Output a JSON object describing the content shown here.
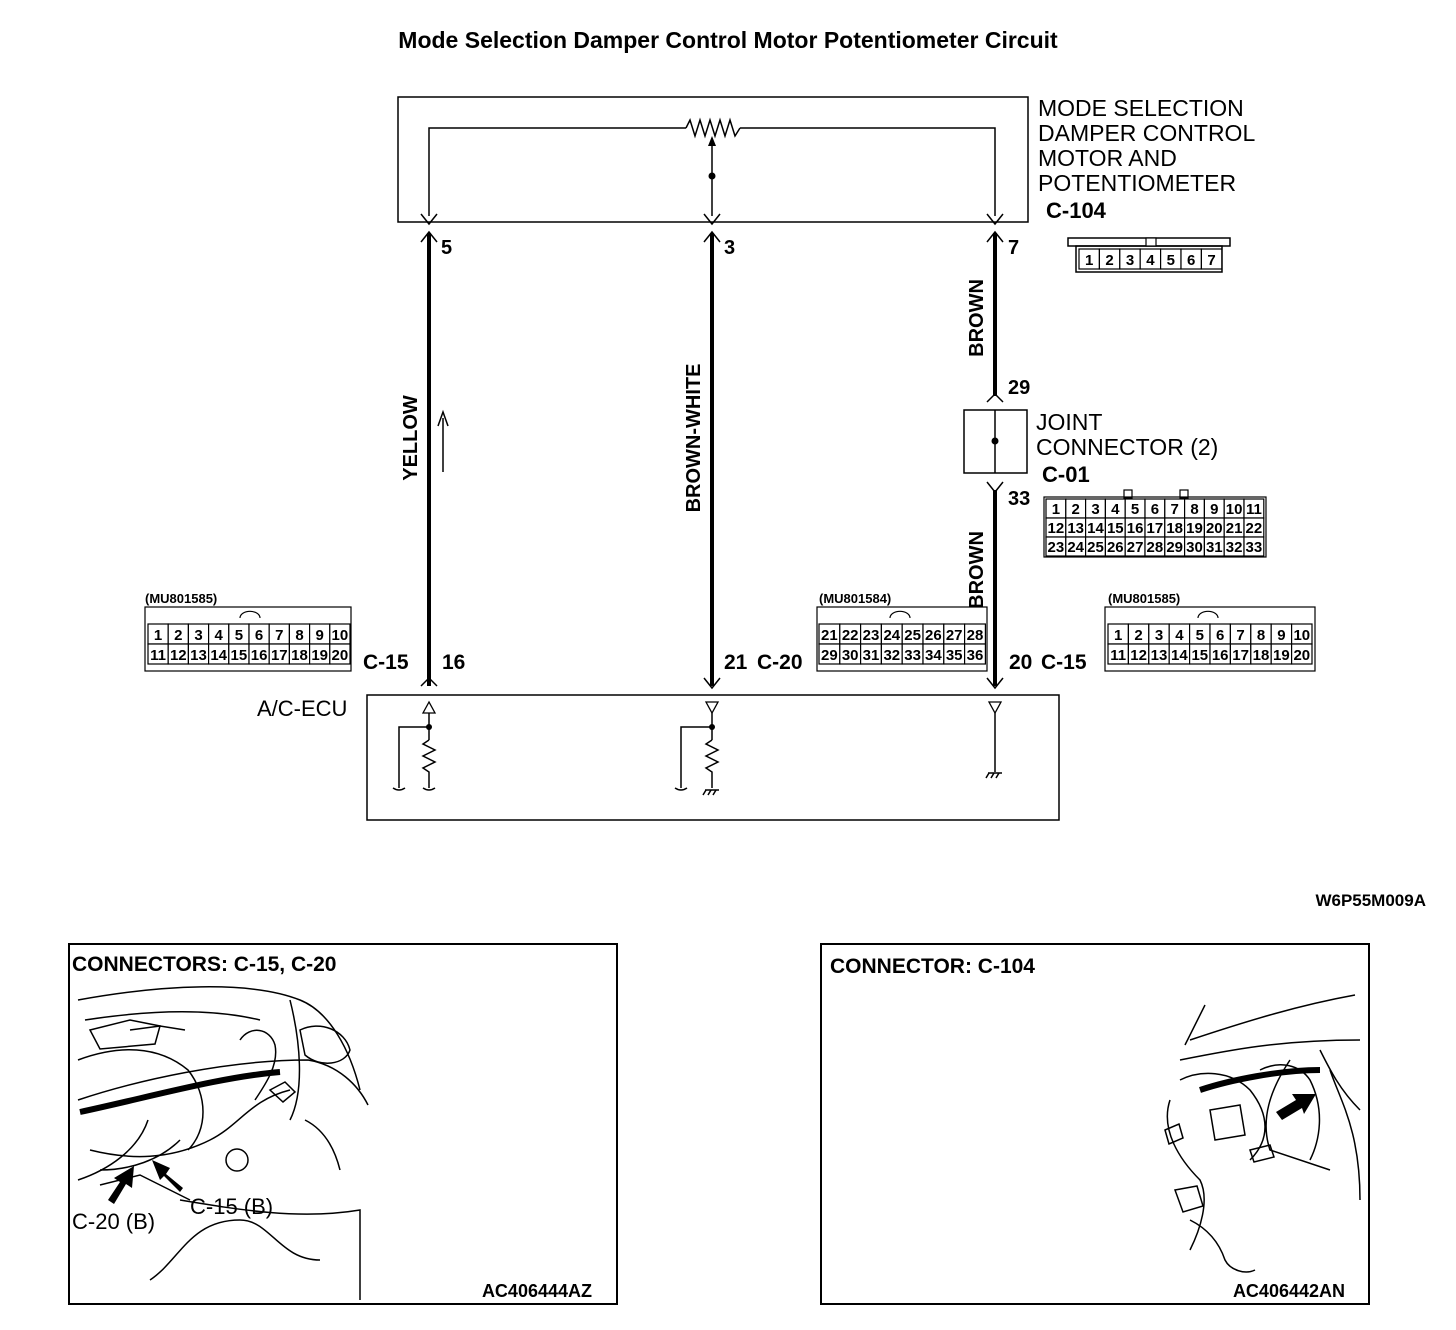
{
  "title": "Mode Selection Damper Control Motor Potentiometer Circuit",
  "component": {
    "lines": [
      "MODE SELECTION",
      "DAMPER CONTROL",
      "MOTOR AND",
      "POTENTIOMETER"
    ],
    "connector_id": "C-104",
    "pins": [
      "1",
      "2",
      "3",
      "4",
      "5",
      "6",
      "7"
    ],
    "terminals": [
      "5",
      "3",
      "7"
    ]
  },
  "wires": {
    "yellow": "YELLOW",
    "brown_white": "BROWN-WHITE",
    "brown_upper": "BROWN",
    "brown_lower": "BROWN"
  },
  "joint": {
    "lines": [
      "JOINT",
      "CONNECTOR (2)"
    ],
    "connector_id": "C-01",
    "top_pin": "29",
    "bottom_pin": "33",
    "rows": [
      [
        "1",
        "2",
        "3",
        "4",
        "5",
        "6",
        "7",
        "8",
        "9",
        "10",
        "11"
      ],
      [
        "12",
        "13",
        "14",
        "15",
        "16",
        "17",
        "18",
        "19",
        "20",
        "21",
        "22"
      ],
      [
        "23",
        "24",
        "25",
        "26",
        "27",
        "28",
        "29",
        "30",
        "31",
        "32",
        "33"
      ]
    ]
  },
  "ecu_connectors": {
    "left": {
      "part": "(MU801585)",
      "row1": [
        "1",
        "2",
        "3",
        "4",
        "5",
        "6",
        "7",
        "8",
        "9",
        "10"
      ],
      "row2": [
        "11",
        "12",
        "13",
        "14",
        "15",
        "16",
        "17",
        "18",
        "19",
        "20"
      ]
    },
    "middle": {
      "part": "(MU801584)",
      "row1": [
        "21",
        "22",
        "23",
        "24",
        "25",
        "26",
        "27",
        "28"
      ],
      "row2": [
        "29",
        "30",
        "31",
        "32",
        "33",
        "34",
        "35",
        "36"
      ]
    },
    "right": {
      "part": "(MU801585)",
      "row1": [
        "1",
        "2",
        "3",
        "4",
        "5",
        "6",
        "7",
        "8",
        "9",
        "10"
      ],
      "row2": [
        "11",
        "12",
        "13",
        "14",
        "15",
        "16",
        "17",
        "18",
        "19",
        "20"
      ]
    }
  },
  "ecu_pins": {
    "p16": "16",
    "p21": "21",
    "p20": "20",
    "c15_left": "C-15",
    "c20": "C-20",
    "c15_right": "C-15"
  },
  "ecu_label": "A/C-ECU",
  "diagram_code": "W6P55M009A",
  "panels": {
    "left": {
      "title": "CONNECTORS: C-15, C-20",
      "label_c15": "C-15 (B)",
      "label_c20": "C-20 (B)",
      "code": "AC406444AZ"
    },
    "right": {
      "title": "CONNECTOR: C-104",
      "code": "AC406442AN"
    }
  }
}
